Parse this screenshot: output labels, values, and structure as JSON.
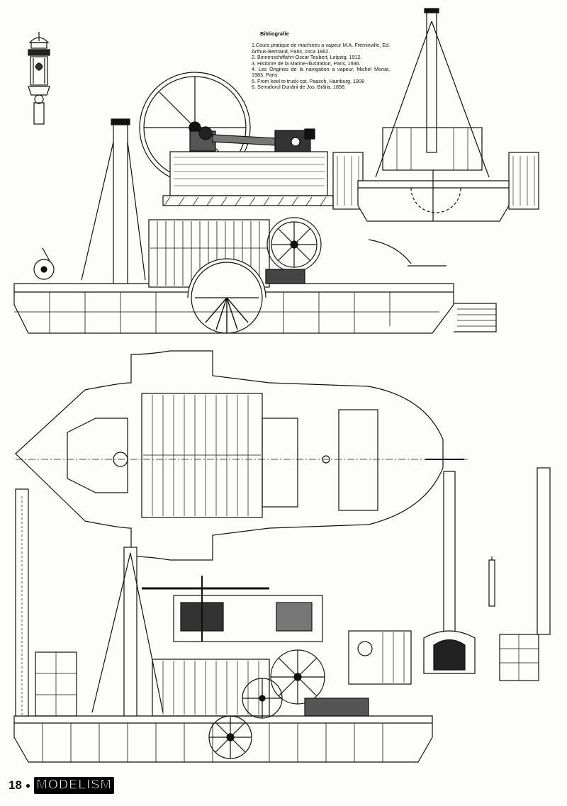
{
  "bibliography": {
    "title": "Bibliografie",
    "items": [
      "1.Cours pratique de machines a vapeur M.A. Fréminville, Ed. Arthus-Bertrand, Paris, circa 1862.",
      "2. Binnenschiffahrt-Oscar Teubert, Leipzig, 1912.",
      "3. Historire de la Marine-Illustration, Paris, 1936.",
      "4. Les Origines de la navigation a vapeur, Michel Moriat, 1983, Paris",
      "5. From keel to truck-cpt. Paasch, Hamburg, 1908",
      "6. Semaforul Dunării de Jos, Brăila, 1858."
    ]
  },
  "footer": {
    "page_number": "18",
    "magazine": "MODELISM"
  }
}
